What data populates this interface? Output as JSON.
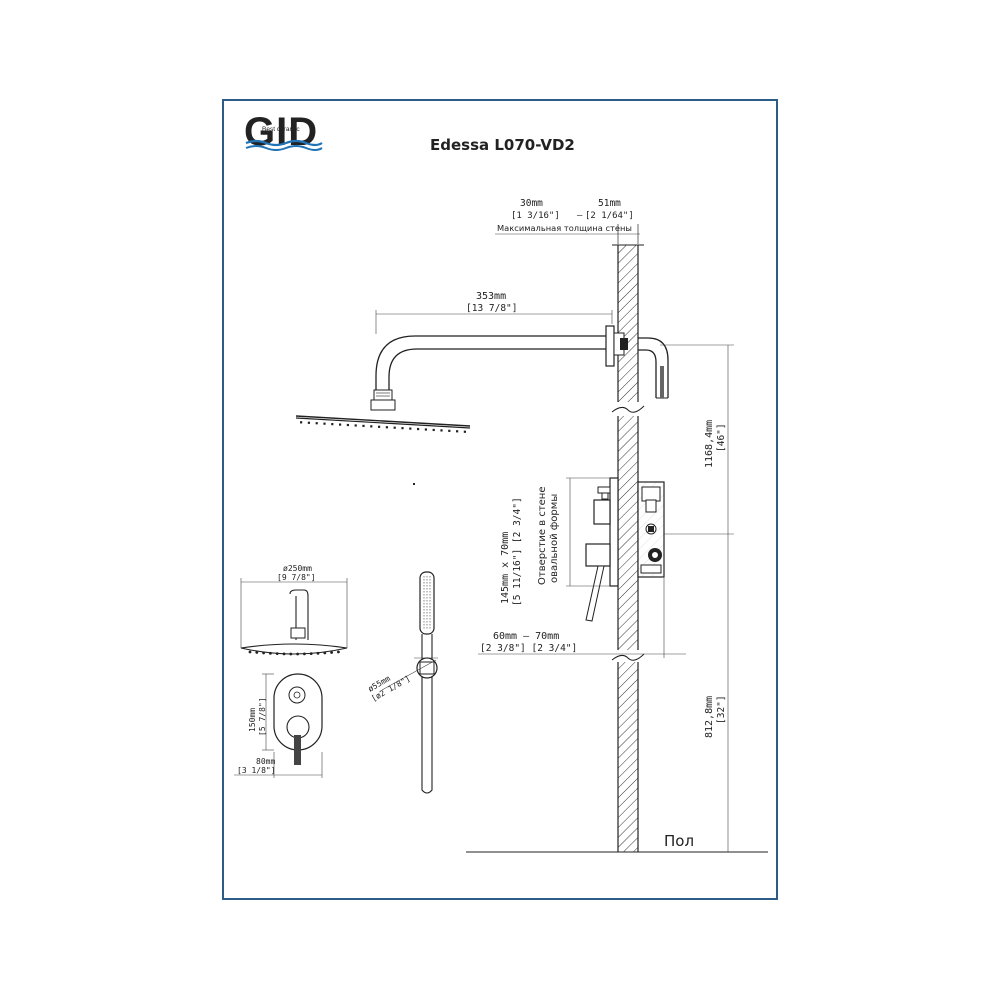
{
  "brand": {
    "logo_text": "GID",
    "logo_subtext": "Best ceramic",
    "colors": {
      "frame": "#2d5d86",
      "logo_blue": "#1f73b7",
      "logo_dark": "#1a1a1a"
    }
  },
  "title": "Edessa L070-VD2",
  "dimensions": {
    "wall_min": "30mm",
    "wall_max": "51mm",
    "wall_min_in": "[1 3/16\"]",
    "wall_dash": "—",
    "wall_max_in": "[2 1/64\"]",
    "wall_label": "Максимальная толщина стены",
    "arm_length": "353mm",
    "arm_length_in": "[13 7/8\"]",
    "height_top": "1168,4mm",
    "height_top_in": "[46\"]",
    "height_bottom": "812,8mm",
    "height_bottom_in": "[32\"]",
    "hole_size": "145mm  x   70mm",
    "hole_size_in": "[5 11/16\"]   [2 3/4\"]",
    "hole_label_1": "Отверстие в стене",
    "hole_label_2": "овальной формы",
    "depth_range": "60mm   —   70mm",
    "depth_range_in": "[2 3/8\"]  [2 3/4\"]",
    "floor_label": "Пол"
  },
  "details": {
    "head_diameter": "ø250mm",
    "head_diameter_in": "[9 7/8\"]",
    "plate_height": "150mm",
    "plate_height_in": "[5 7/8\"]",
    "plate_width": "80mm",
    "plate_width_in": "[3 1/8\"]",
    "holder_diameter": "ø55mm",
    "holder_diameter_in": "[ø2 1/8\"]"
  }
}
